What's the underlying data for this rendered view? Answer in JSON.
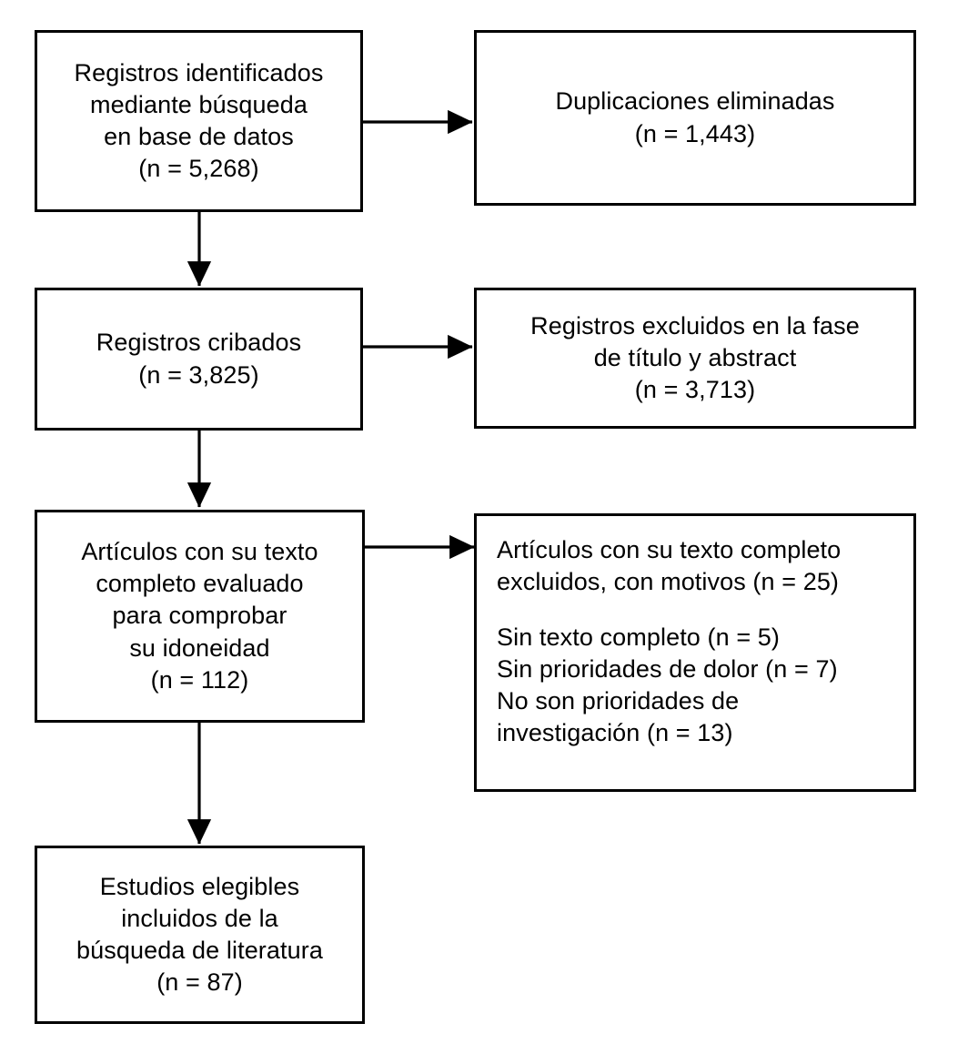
{
  "diagram": {
    "title": "PRISMA flow diagram (Spanish)",
    "type": "flowchart",
    "line_color": "#000000",
    "box_fill": "#ffffff",
    "text_color": "#000000"
  },
  "boxes": {
    "identified": {
      "name": "records-identified",
      "text": "Registros identificados\nmediante búsqueda\nen base de datos\n(n = 5,268)",
      "count_label": "(n = 5,268)",
      "count": 5268
    },
    "duplicates": {
      "name": "duplicates-removed",
      "text": "Duplicaciones eliminadas\n(n = 1,443)",
      "count_label": "(n = 1,443)",
      "count": 1443
    },
    "screened": {
      "name": "records-screened",
      "text": "Registros cribados\n(n = 3,825)",
      "count_label": "(n = 3,825)",
      "count": 3825
    },
    "excluded_title_abstract": {
      "name": "records-excluded-title-abstract",
      "text": "Registros excluidos en la fase\nde título y abstract\n(n = 3,713)",
      "count_label": "(n = 3,713)",
      "count": 3713
    },
    "fulltext_assessed": {
      "name": "fulltext-assessed",
      "text": "Artículos con su texto\ncompleto evaluado\npara comprobar\nsu idoneidad\n(n = 112)",
      "count_label": "(n = 112)",
      "count": 112
    },
    "fulltext_excluded": {
      "name": "fulltext-excluded-with-reasons",
      "heading": "Artículos con su texto completo\nexcluidos, con motivos (n = 25)",
      "heading_count": 25,
      "reasons": "Sin texto completo (n = 5)\nSin prioridades de dolor (n = 7)\nNo son prioridades de\ninvestigación (n = 13)",
      "reason_items": [
        {
          "label": "Sin texto completo",
          "count_label": "(n = 5)",
          "count": 5
        },
        {
          "label": "Sin prioridades de dolor",
          "count_label": "(n = 7)",
          "count": 7
        },
        {
          "label": "No son prioridades de investigación",
          "count_label": "(n = 13)",
          "count": 13
        }
      ]
    },
    "included": {
      "name": "studies-included",
      "text": "Estudios elegibles\nincluidos de la\nbúsqueda de literatura\n(n = 87)",
      "count_label": "(n = 87)",
      "count": 87
    }
  },
  "connectors": [
    {
      "name": "arrow-identified-to-duplicates",
      "direction": "right"
    },
    {
      "name": "arrow-identified-to-screened",
      "direction": "down"
    },
    {
      "name": "arrow-screened-to-excluded",
      "direction": "right"
    },
    {
      "name": "arrow-screened-to-fulltext",
      "direction": "down"
    },
    {
      "name": "arrow-fulltext-to-excluded",
      "direction": "right"
    },
    {
      "name": "arrow-fulltext-to-included",
      "direction": "down"
    }
  ]
}
